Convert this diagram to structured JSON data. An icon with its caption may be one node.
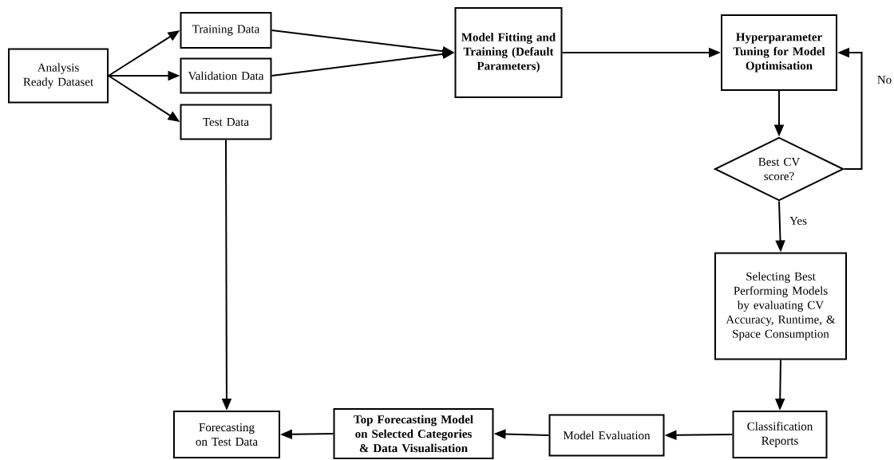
{
  "diagram": {
    "nodes": [
      {
        "text": [
          "Analysis Ready Dataset"
        ]
      },
      {
        "text": [
          "Training Data"
        ]
      },
      {
        "text": [
          "Validation Data"
        ]
      },
      {
        "text": [
          "Test Data"
        ]
      },
      {
        "text": [
          "Model Fitting and Training (Default Parameters)"
        ]
      },
      {
        "text": [
          "Hyperparameter Tuning for Model Optimisation"
        ]
      },
      {
        "text": [
          "Best CV score?"
        ]
      },
      {
        "text": [
          "Selecting Best Performing Models by evaluating CV Accuracy, Runtime, & Space Consumption"
        ]
      },
      {
        "text": [
          "Classification Reports"
        ]
      },
      {
        "text": [
          "Model Evaluation"
        ]
      },
      {
        "text": [
          "Top Forecasting Model on Selected Categories & Data Visualisation"
        ]
      },
      {
        "text": [
          "Forecasting on Test Data"
        ]
      }
    ],
    "edges": [
      {
        "from": 0,
        "to": 1,
        "arrow": "to"
      },
      {
        "from": 0,
        "to": 2,
        "arrow": "to"
      },
      {
        "from": 0,
        "to": 3,
        "arrow": "to"
      },
      {
        "from": 1,
        "to": 4,
        "arrow": "to"
      },
      {
        "from": 2,
        "to": 4,
        "arrow": "to"
      },
      {
        "from": 4,
        "to": 5,
        "arrow": "to"
      },
      {
        "from": 5,
        "to": 6,
        "arrow": "to"
      },
      {
        "from": 6,
        "to": 5,
        "arrow": "to",
        "label": "No"
      },
      {
        "from": 6,
        "to": 7,
        "arrow": "to",
        "label": "Yes"
      },
      {
        "from": 7,
        "to": 8,
        "arrow": "to"
      },
      {
        "from": 8,
        "to": 9,
        "arrow": "to"
      },
      {
        "from": 9,
        "to": 10,
        "arrow": "to"
      },
      {
        "from": 10,
        "to": 11,
        "arrow": "to"
      },
      {
        "from": 3,
        "to": 11,
        "arrow": "to"
      }
    ]
  }
}
